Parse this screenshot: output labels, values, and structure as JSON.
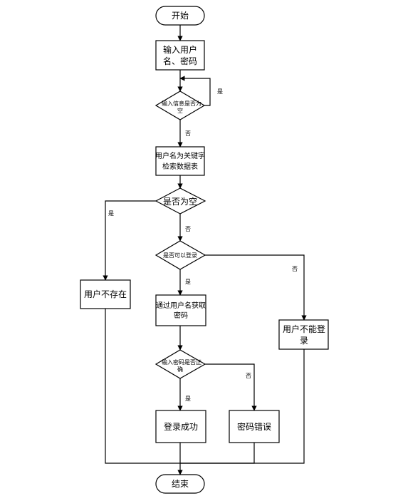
{
  "nodes": {
    "start": "开始",
    "input_1": "输入用户",
    "input_2": "名、密码",
    "check_empty_1": "输入信息是否为",
    "check_empty_2": "空",
    "search_1": "用户名为关键字",
    "search_2": "检索数据表",
    "is_empty": "是否为空",
    "user_not_exist": "用户不存在",
    "can_login": "是否可以登录",
    "get_pwd_1": "通过用户名获取",
    "get_pwd_2": "密码",
    "cannot_login_1": "用户不能登",
    "cannot_login_2": "录",
    "pwd_correct_1": "输入密码是否正",
    "pwd_correct_2": "确",
    "login_success": "登录成功",
    "pwd_error": "密码错误",
    "end": "结束"
  },
  "labels": {
    "yes": "是",
    "no": "否"
  }
}
